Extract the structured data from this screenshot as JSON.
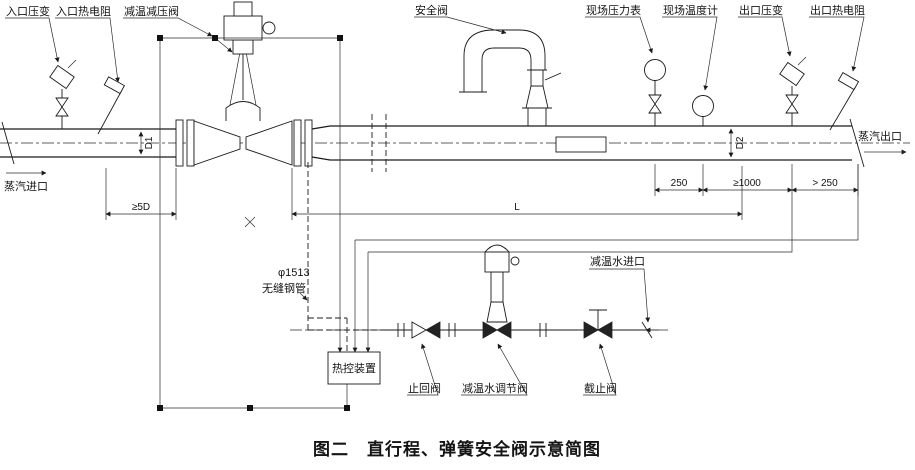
{
  "figure": {
    "caption": "图二　直行程、弹簧安全阀示意简图"
  },
  "labels": {
    "inlet_pressure_transmitter": "入口压变",
    "inlet_rtd": "入口热电阻",
    "reducing_valve": "减温减压阀",
    "safety_valve": "安全阀",
    "local_pressure_gauge": "现场压力表",
    "local_thermometer": "现场温度计",
    "outlet_pressure_transmitter": "出口压变",
    "outlet_rtd": "出口热电阻",
    "steam_inlet": "蒸汽进口",
    "steam_outlet": "蒸汽出口",
    "control_unit": "热控装置",
    "check_valve": "止回阀",
    "water_regulating_valve": "减温水调节阀",
    "shutoff_valve": "截止阀",
    "cooling_water_inlet": "减温水进口",
    "pipe_spec": "φ1513",
    "pipe_material": "无缝钢管"
  },
  "dimensions": {
    "d1": "D1",
    "d2": "D2",
    "upstream": "≥5D",
    "length": "L",
    "dim_a": "250",
    "dim_b": "≥1000",
    "dim_c": "> 250"
  }
}
